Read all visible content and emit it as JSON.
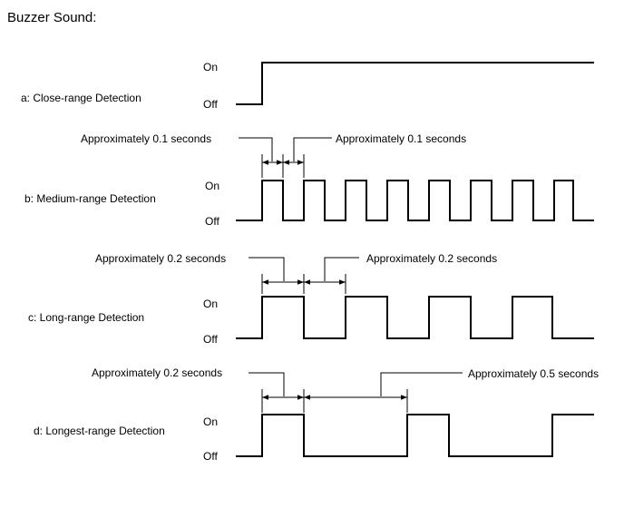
{
  "title": "Buzzer Sound:",
  "on_label": "On",
  "off_label": "Off",
  "line_color": "#000000",
  "sections": [
    {
      "label": "a: Close-range Detection",
      "pattern": "continuous",
      "callouts": []
    },
    {
      "label": "b: Medium-range Detection",
      "pattern": "pulse",
      "on_duration": "Approximately 0.1 seconds",
      "off_duration": "Approximately 0.1 seconds",
      "callouts": [
        "Approximately 0.1 seconds",
        "Approximately 0.1 seconds"
      ]
    },
    {
      "label": "c: Long-range Detection",
      "pattern": "pulse",
      "callouts": [
        "Approximately 0.2 seconds",
        "Approximately 0.2 seconds"
      ]
    },
    {
      "label": "d: Longest-range Detection",
      "pattern": "pulse",
      "callouts": [
        "Approximately 0.2 seconds",
        "Approximately 0.5 seconds"
      ]
    }
  ]
}
